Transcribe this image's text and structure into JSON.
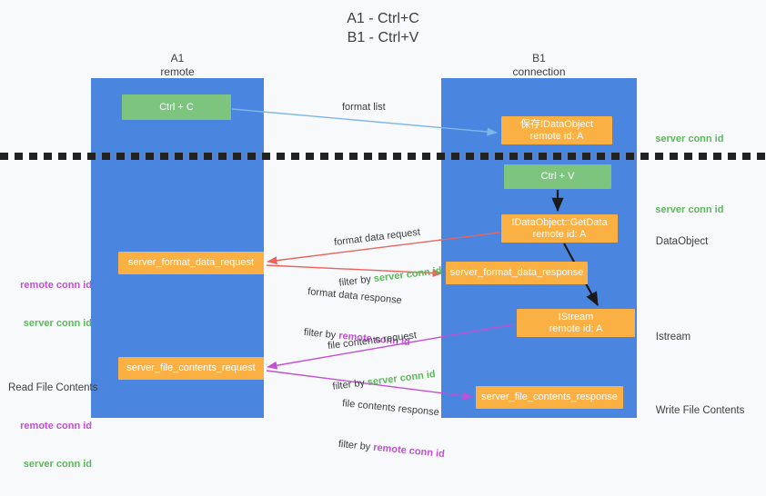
{
  "title": "A1 - Ctrl+C\nB1 - Ctrl+V",
  "columns": {
    "a1": "A1\nremote",
    "b1": "B1\nconnection"
  },
  "nodes": {
    "ctrl_c": "Ctrl + C",
    "idataobject": "保存IDataObject\nremote id: A",
    "ctrl_v": "Ctrl + V",
    "getdata": "IDataObject::GetData\nremote id: A",
    "format_data_request": "server_format_data_request",
    "format_data_response": "server_format_data_response",
    "istream": "IStream\nremote id: A",
    "file_contents_request": "server_file_contents_request",
    "file_contents_response": "server_file_contents_response"
  },
  "arrow_labels": {
    "format_list": "format list",
    "format_data_request": {
      "line1": "format data request",
      "filter_prefix": "filter by ",
      "filter_value": "server conn id"
    },
    "format_data_response": {
      "line1": "format data response",
      "filter_prefix": "filter by ",
      "filter_value": "remote conn id"
    },
    "file_contents_request": {
      "line1": "file contents request",
      "filter_prefix": "filter by ",
      "filter_value": "server conn id"
    },
    "file_contents_response": {
      "line1": "file contents response",
      "filter_prefix": "filter by ",
      "filter_value": "remote conn id"
    }
  },
  "side_notes": {
    "server_conn_id_top": "server conn id",
    "server_conn_id_mid": "server conn id",
    "dataobject": "DataObject",
    "istream": "Istream",
    "write_file_contents": "Write File Contents",
    "left_mid": {
      "remote": "remote conn id",
      "server": "server conn id"
    },
    "left_bottom": {
      "heading": "Read File Contents",
      "remote": "remote conn id",
      "server": "server conn id"
    }
  },
  "colors": {
    "lane_blue": "#4a86e0",
    "node_green": "#7dc47f",
    "node_orange": "#fbb043",
    "arrow_lightblue": "#7eb6e8",
    "arrow_red": "#e8645f",
    "arrow_magenta": "#c24fd4",
    "arrow_black": "#1a1a1a",
    "text_green": "#5cb85c",
    "text_purple": "#c24fd4",
    "background": "#f8f9fa"
  }
}
